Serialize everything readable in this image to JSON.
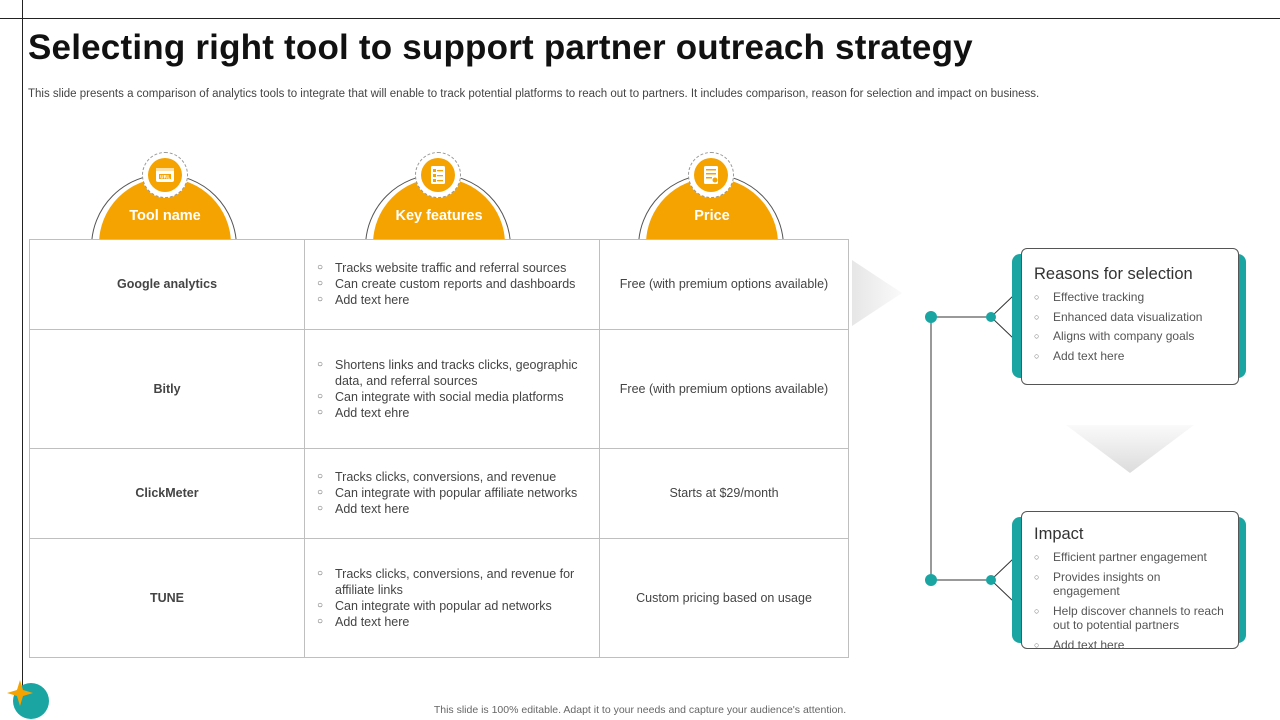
{
  "title": "Selecting right tool to support partner outreach strategy",
  "subtitle": "This slide presents a comparison of analytics tools to integrate that will enable to track potential platforms to reach out to partners. It includes comparison, reason for selection and impact on business.",
  "headers": [
    {
      "label": "Tool name",
      "icon": "url-icon"
    },
    {
      "label": "Key features",
      "icon": "checklist-icon"
    },
    {
      "label": "Price",
      "icon": "price-list-icon"
    }
  ],
  "rows": [
    {
      "name": "Google analytics",
      "features": [
        "Tracks website traffic and referral sources",
        "Can create custom reports and dashboards",
        "Add text here"
      ],
      "price": "Free (with premium options available)"
    },
    {
      "name": "Bitly",
      "features": [
        "Shortens links and tracks clicks, geographic data, and referral sources",
        "Can integrate with social media platforms",
        "Add text ehre"
      ],
      "price": "Free (with premium options available)"
    },
    {
      "name": "ClickMeter",
      "features": [
        "Tracks clicks, conversions, and revenue",
        "Can integrate with popular affiliate networks",
        "Add text here"
      ],
      "price": "Starts at $29/month"
    },
    {
      "name": "TUNE",
      "features": [
        "Tracks clicks, conversions, and revenue for affiliate links",
        "Can integrate with popular ad networks",
        "Add text here"
      ],
      "price": "Custom pricing based on usage"
    }
  ],
  "reasons": {
    "title": "Reasons for selection",
    "items": [
      "Effective tracking",
      "Enhanced data visualization",
      "Aligns with company goals",
      "Add text here"
    ]
  },
  "impact": {
    "title": "Impact",
    "items": [
      "Efficient partner engagement",
      "Provides insights on engagement",
      "Help discover channels to reach out to potential partners",
      "Add text here"
    ]
  },
  "footer": "This slide is 100% editable. Adapt it to your needs and capture your audience's attention.",
  "colors": {
    "accent": "#f5a300",
    "teal": "#1aa5a3"
  }
}
